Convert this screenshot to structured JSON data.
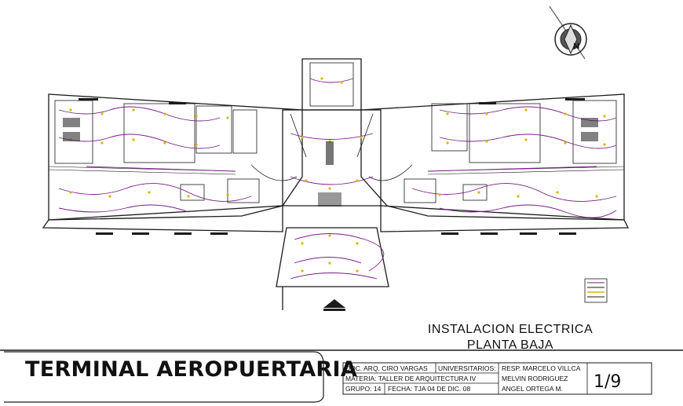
{
  "drawing": {
    "plan_title_line1": "INSTALACION ELECTRICA",
    "plan_title_line2": "PLANTA BAJA",
    "project_title": "TERMINAL AEROPUERTARIA",
    "north_letter": "N"
  },
  "title_block": {
    "doc": "DOC. ARQ. CIRO VARGAS",
    "materia": "MATERIA: TALLER DE ARQUITECTURA IV",
    "grupo": "GRUPO: 14",
    "fecha": "FECHA: TJA 04 DE DIC. 08",
    "universitarios": "UNIVERSITARIOS:",
    "resp": "RESP. MARCELO VILLCA",
    "student2": "MELVIN RODRIGUEZ",
    "student3": "ANGEL ORTEGA M.",
    "sheet": "1/9"
  },
  "colors": {
    "line": "#1a1a1a",
    "wiring": "#7a1a8a",
    "fixture": "#d4b800",
    "background": "#ffffff"
  }
}
